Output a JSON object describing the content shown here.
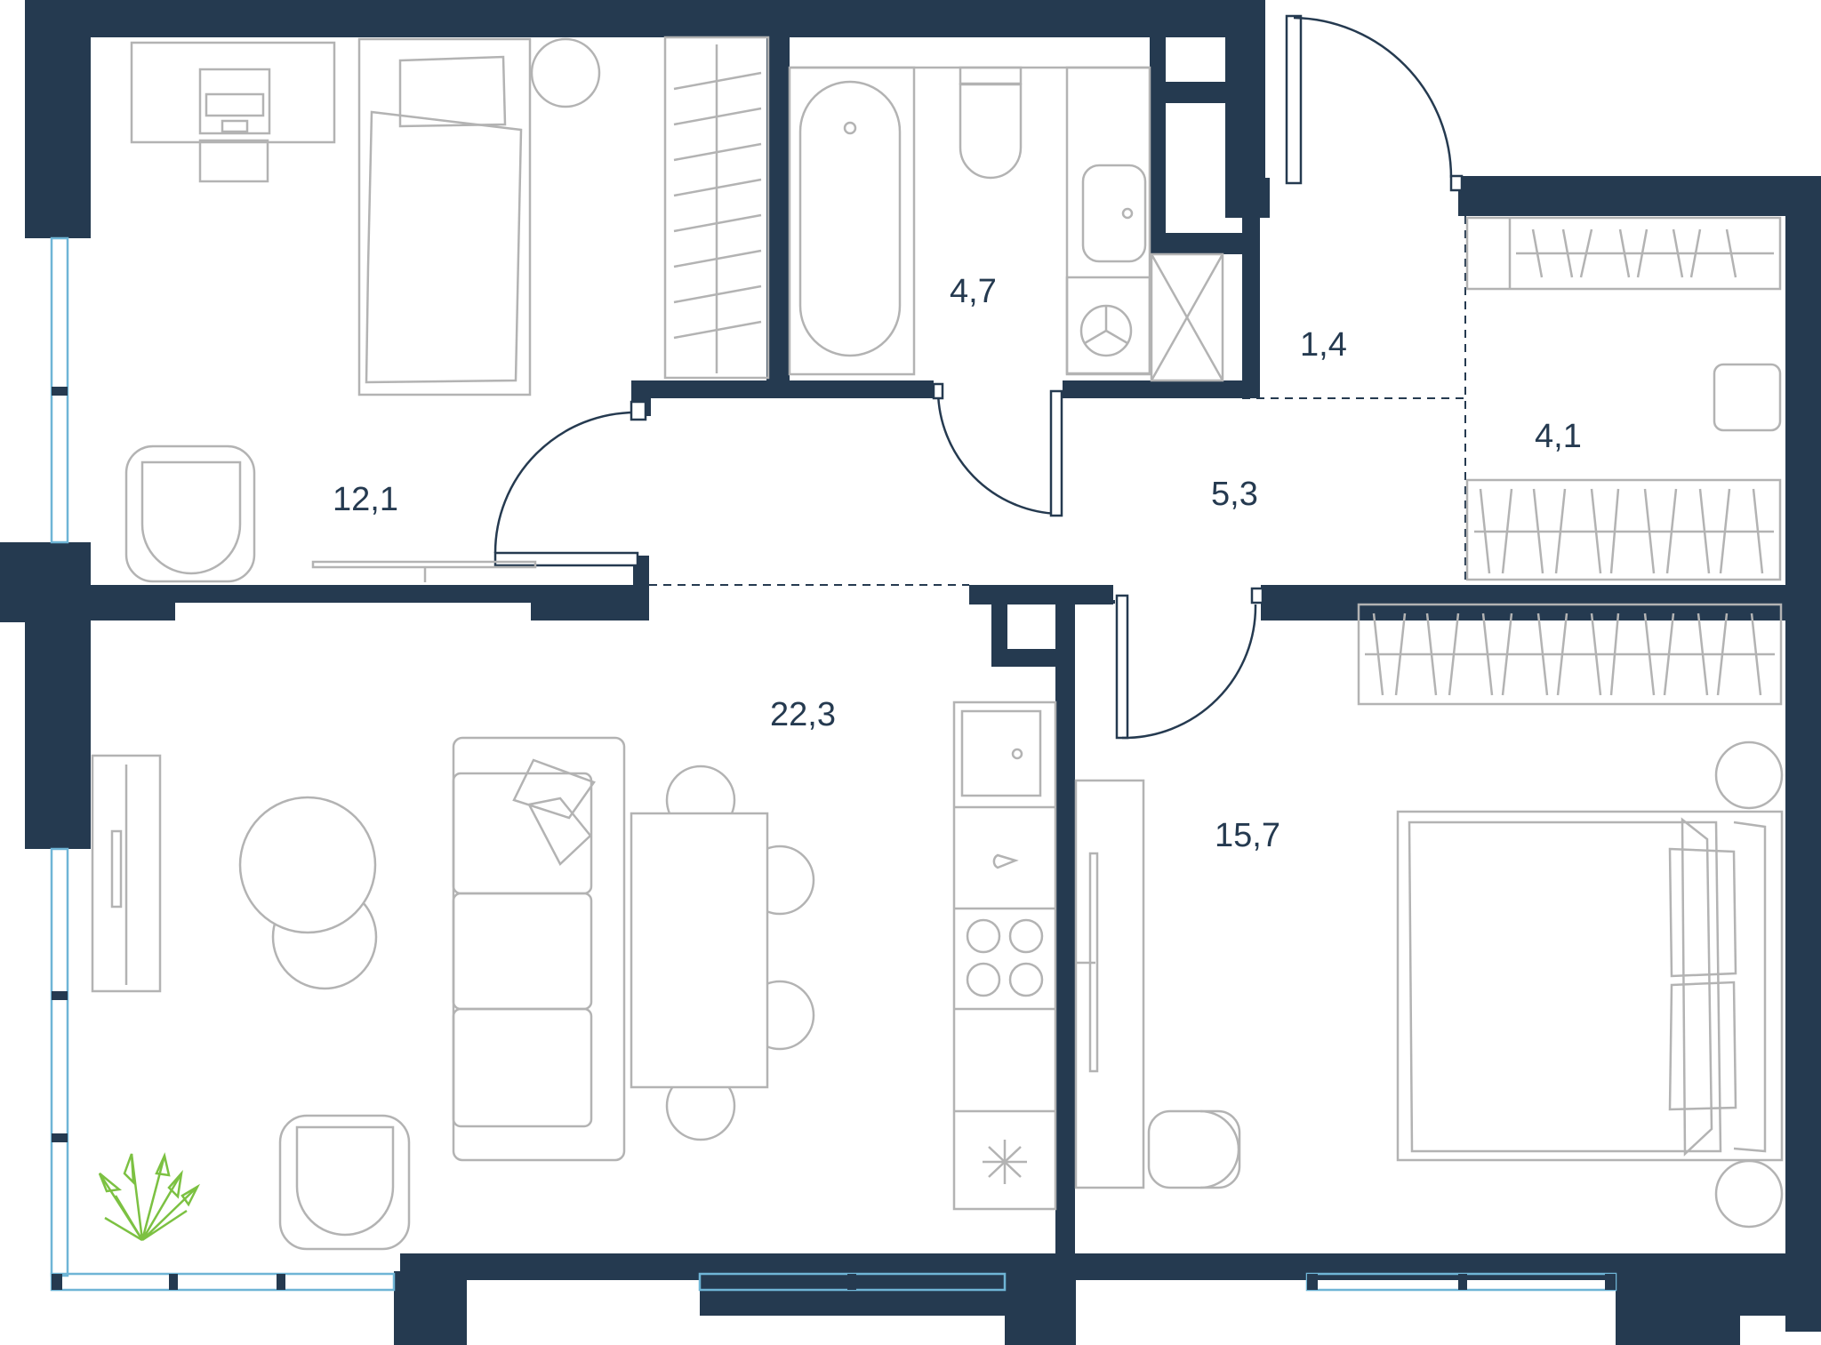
{
  "floorplan": {
    "colors": {
      "wall": "#253a50",
      "furniture": "#b3b3b3",
      "glass": "#6fb5d6",
      "plant": "#7cc142",
      "background": "#ffffff"
    },
    "rooms": [
      {
        "id": "bedroom-small",
        "area_label": "12,1"
      },
      {
        "id": "bathroom",
        "area_label": "4,7"
      },
      {
        "id": "entrance-vestibule",
        "area_label": "1,4"
      },
      {
        "id": "wardrobe",
        "area_label": "4,1"
      },
      {
        "id": "hallway",
        "area_label": "5,3"
      },
      {
        "id": "living-kitchen",
        "area_label": "22,3"
      },
      {
        "id": "bedroom-master",
        "area_label": "15,7"
      }
    ]
  }
}
